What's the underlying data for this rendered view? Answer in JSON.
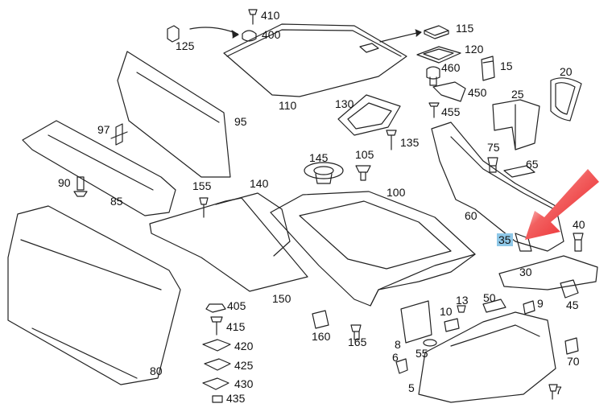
{
  "diagram": {
    "highlight_color": "#8fc8e8",
    "arrow_color": "#e8141a",
    "highlighted_part": "35",
    "callouts": [
      "410",
      "400",
      "125",
      "115",
      "120",
      "460",
      "15",
      "20",
      "450",
      "110",
      "455",
      "25",
      "130",
      "95",
      "97",
      "135",
      "145",
      "105",
      "75",
      "65",
      "90",
      "85",
      "155",
      "140",
      "100",
      "60",
      "40",
      "35",
      "30",
      "45",
      "150",
      "405",
      "415",
      "420",
      "425",
      "430",
      "435",
      "80",
      "160",
      "165",
      "8",
      "55",
      "6",
      "10",
      "13",
      "50",
      "9",
      "5",
      "70",
      "7"
    ]
  }
}
